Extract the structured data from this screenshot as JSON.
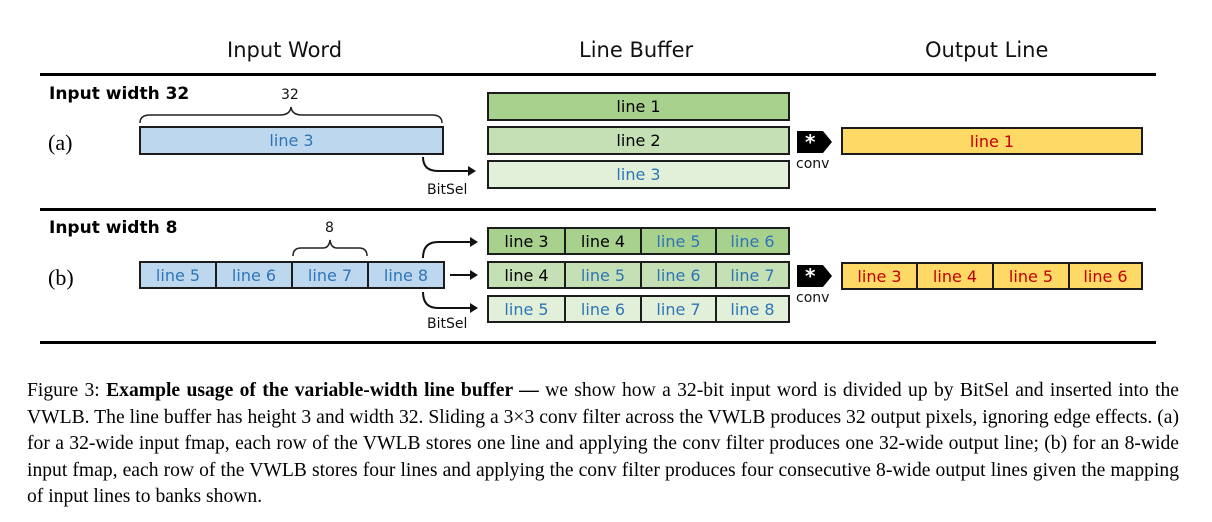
{
  "headers": {
    "input_word": "Input Word",
    "line_buffer": "Line Buffer",
    "output_line": "Output Line"
  },
  "panel_a": {
    "title": "Input width 32",
    "label": "(a)",
    "brace_label": "32",
    "input_cells": [
      "line 3"
    ],
    "buffer_rows": [
      [
        "line 1"
      ],
      [
        "line 2"
      ],
      [
        "line 3"
      ]
    ],
    "output_cells": [
      "line 1"
    ],
    "bitsel_label": "BitSel",
    "conv_label": "conv",
    "conv_symbol": "*"
  },
  "panel_b": {
    "title": "Input width 8",
    "label": "(b)",
    "brace_label": "8",
    "input_cells": [
      "line 5",
      "line 6",
      "line 7",
      "line 8"
    ],
    "buffer_rows": [
      [
        "line 3",
        "line 4",
        "line 5",
        "line 6"
      ],
      [
        "line 4",
        "line 5",
        "line 6",
        "line 7"
      ],
      [
        "line 5",
        "line 6",
        "line 7",
        "line 8"
      ]
    ],
    "output_cells": [
      "line 3",
      "line 4",
      "line 5",
      "line 6"
    ],
    "bitsel_label": "BitSel",
    "conv_label": "conv",
    "conv_symbol": "*"
  },
  "caption": {
    "lead": "Figure 3: ",
    "bold": "Example usage of the variable-width line buffer —",
    "body": " we show how a 32-bit input word is divided up by BitSel and inserted into the VWLB. The line buffer has height 3 and width 32. Sliding a 3×3 conv filter across the VWLB produces 32 output pixels, ignoring edge effects. (a) for a 32-wide input fmap, each row of the VWLB stores one line and applying the conv filter produces one 32-wide output line; (b) for an 8-wide input fmap, each row of the VWLB stores four lines and applying the conv filter produces four consecutive 8-wide output lines given the mapping of input lines to banks shown."
  },
  "colors": {
    "input_fill": "#bdd7ee",
    "input_text": "#2e75b6",
    "buffer_row1": "#a9d18e",
    "buffer_row2": "#c5e0b4",
    "buffer_row3": "#e2f0d9",
    "output_fill": "#ffd966",
    "output_text": "#c00000"
  }
}
